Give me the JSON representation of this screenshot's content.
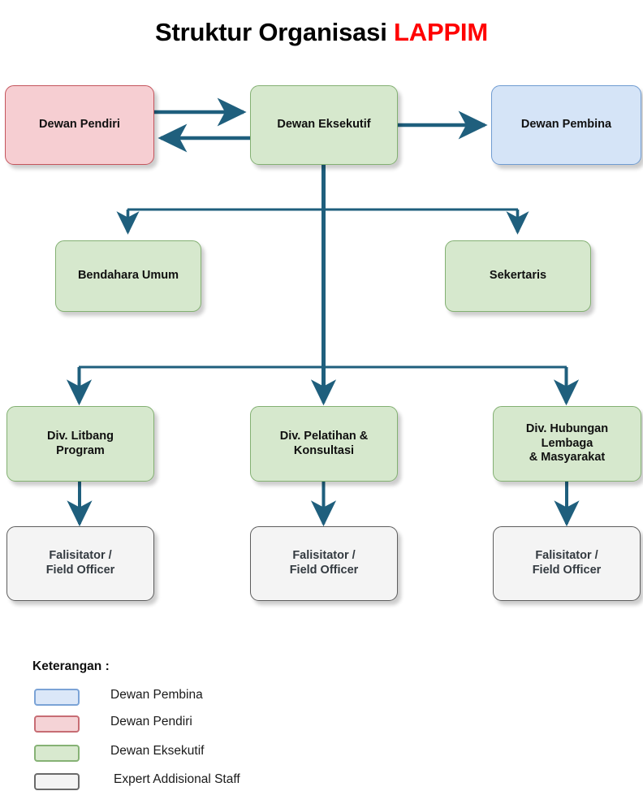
{
  "title": {
    "main": "Struktur Organisasi ",
    "accent": "LAPPIM"
  },
  "colors": {
    "green_fill": "#d6e8cd",
    "green_border": "#83b072",
    "pink_fill": "#f6ced2",
    "pink_border": "#c4545c",
    "blue_fill": "#d5e4f7",
    "blue_border": "#6f9bd1",
    "grey_fill": "#f4f4f4",
    "grey_border": "#5d5d5d",
    "connector": "#1f5f7d",
    "title_accent": "#ff0000"
  },
  "chart_data": {
    "type": "diagram",
    "title": "Struktur Organisasi LAPPIM",
    "nodes": [
      {
        "id": "dewan-pendiri",
        "label": "Dewan Pendiri",
        "category": "Dewan Pendiri",
        "level": 1
      },
      {
        "id": "dewan-eksekutif",
        "label": "Dewan Eksekutif",
        "category": "Dewan Eksekutif",
        "level": 1
      },
      {
        "id": "dewan-pembina",
        "label": "Dewan Pembina",
        "category": "Dewan Pembina",
        "level": 1
      },
      {
        "id": "bendahara-umum",
        "label": "Bendahara Umum",
        "category": "Dewan Eksekutif",
        "level": 2
      },
      {
        "id": "sekertaris",
        "label": "Sekertaris",
        "category": "Dewan Eksekutif",
        "level": 2
      },
      {
        "id": "div-litbang",
        "label": "Div. Litbang Program",
        "category": "Dewan Eksekutif",
        "level": 3
      },
      {
        "id": "div-pelatihan",
        "label": "Div. Pelatihan & Konsultasi",
        "category": "Dewan Eksekutif",
        "level": 3
      },
      {
        "id": "div-hubungan",
        "label": "Div. Hubungan Lembaga & Masyarakat",
        "category": "Dewan Eksekutif",
        "level": 3
      },
      {
        "id": "fasilitator-1",
        "label": "Falisitator / Field Officer",
        "category": "Expert Addisional Staff",
        "level": 4
      },
      {
        "id": "fasilitator-2",
        "label": "Falisitator / Field Officer",
        "category": "Expert Addisional Staff",
        "level": 4
      },
      {
        "id": "fasilitator-3",
        "label": "Falisitator / Field Officer",
        "category": "Expert Addisional Staff",
        "level": 4
      }
    ],
    "edges": [
      {
        "from": "dewan-pendiri",
        "to": "dewan-eksekutif",
        "type": "bidirectional"
      },
      {
        "from": "dewan-eksekutif",
        "to": "dewan-pembina",
        "type": "arrow"
      },
      {
        "from": "dewan-eksekutif",
        "to": "bendahara-umum",
        "type": "arrow"
      },
      {
        "from": "dewan-eksekutif",
        "to": "sekertaris",
        "type": "arrow"
      },
      {
        "from": "dewan-eksekutif",
        "to": "div-litbang",
        "type": "arrow"
      },
      {
        "from": "dewan-eksekutif",
        "to": "div-pelatihan",
        "type": "arrow"
      },
      {
        "from": "dewan-eksekutif",
        "to": "div-hubungan",
        "type": "arrow"
      },
      {
        "from": "div-litbang",
        "to": "fasilitator-1",
        "type": "arrow"
      },
      {
        "from": "div-pelatihan",
        "to": "fasilitator-2",
        "type": "arrow"
      },
      {
        "from": "div-hubungan",
        "to": "fasilitator-3",
        "type": "arrow"
      }
    ]
  },
  "nodes": {
    "dewan_pendiri": {
      "line1": "Dewan Pendiri"
    },
    "dewan_eksekutif": {
      "line1": "Dewan Eksekutif"
    },
    "dewan_pembina": {
      "line1": "Dewan Pembina"
    },
    "bendahara_umum": {
      "line1": "Bendahara Umum"
    },
    "sekertaris": {
      "line1": "Sekertaris"
    },
    "div_litbang": {
      "line1": "Div. Litbang",
      "line2": "Program"
    },
    "div_pelatihan": {
      "line1": "Div. Pelatihan &",
      "line2": "Konsultasi"
    },
    "div_hubungan": {
      "line1": "Div. Hubungan",
      "line2": "Lembaga",
      "line3": "& Masyarakat"
    },
    "fasilitator_1": {
      "line1": "Falisitator /",
      "line2": "Field Officer"
    },
    "fasilitator_2": {
      "line1": "Falisitator /",
      "line2": "Field Officer"
    },
    "fasilitator_3": {
      "line1": "Falisitator /",
      "line2": "Field Officer"
    }
  },
  "legend": {
    "heading": "Keterangan :",
    "items": [
      {
        "label": "Dewan Pembina",
        "swatch": "blue"
      },
      {
        "label": "Dewan Pendiri",
        "swatch": "pink"
      },
      {
        "label": "Dewan Eksekutif",
        "swatch": "green"
      },
      {
        "label": "Expert Addisional Staff",
        "swatch": "grey"
      }
    ]
  }
}
